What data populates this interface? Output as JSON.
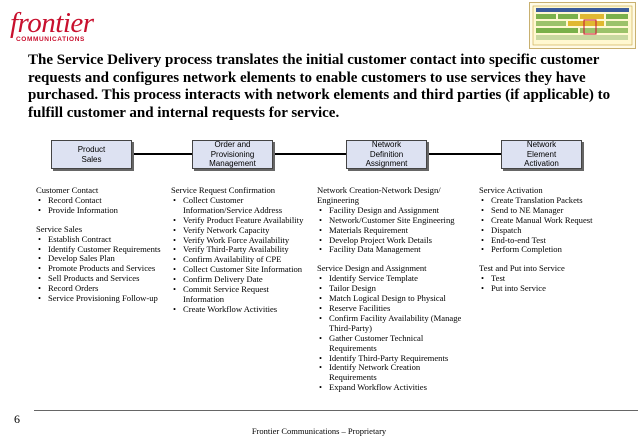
{
  "logo": {
    "word": "frontier",
    "sub": "COMMUNICATIONS"
  },
  "title": "The Service Delivery process translates the initial customer contact into specific customer requests and configures network elements to enable customers to use services they have purchased. This process interacts with network elements and third parties (if applicable) to fulfill customer and internal requests for service.",
  "stages": [
    {
      "label": "Product\nSales"
    },
    {
      "label": "Order and\nProvisioning\nManagement"
    },
    {
      "label": "Network\nDefinition\nAssignment"
    },
    {
      "label": "Network\nElement\nActivation"
    }
  ],
  "columns": [
    {
      "sections": [
        {
          "heading": "Customer Contact",
          "items": [
            "Record Contact",
            "Provide Information"
          ]
        },
        {
          "heading": "Service Sales",
          "items": [
            "Establish Contract",
            "Identify Customer Requirements",
            "Develop Sales Plan",
            "Promote Products and Services",
            "Sell Products and Services",
            "Record Orders",
            "Service Provisioning Follow-up"
          ]
        }
      ]
    },
    {
      "sections": [
        {
          "heading": "Service Request Confirmation",
          "items": [
            "Collect Customer Information/Service Address",
            "Verify Product Feature Availability",
            "Verify Network Capacity",
            "Verify Work Force Availability",
            "Verify Third-Party Availability",
            "Confirm Availability of CPE",
            "Collect Customer Site Information",
            "Confirm Delivery Date",
            "Commit Service Request Information",
            "Create Workflow Activities"
          ]
        }
      ]
    },
    {
      "sections": [
        {
          "heading": "Network Creation-Network Design/ Engineering",
          "items": [
            "Facility Design and Assignment",
            "Network/Customer Site Engineering",
            "Materials Requirement",
            "Develop Project Work Details",
            "Facility Data Management"
          ]
        },
        {
          "heading": "Service Design and Assignment",
          "items": [
            "Identify Service Template",
            "Tailor Design",
            "Match Logical Design to Physical",
            "Reserve Facilities",
            "Confirm Facility Availability (Manage Third-Party)",
            "Gather Customer Technical Requirements",
            "Identify Third-Party Requirements",
            "Identify Network Creation Requirements",
            "Expand Workflow Activities"
          ]
        }
      ]
    },
    {
      "sections": [
        {
          "heading": "Service Activation",
          "items": [
            "Create Translation Packets",
            "Send to NE Manager",
            "Create Manual Work Request",
            "Dispatch",
            "End-to-end Test",
            "Perform Completion"
          ]
        },
        {
          "heading": "Test and Put into Service",
          "items": [
            "Test",
            "Put into Service"
          ]
        }
      ]
    }
  ],
  "page_number": "6",
  "footer": "Frontier Communications – Proprietary",
  "colors": {
    "brand": "#c8102e",
    "stage_fill": "#dde2f2"
  }
}
